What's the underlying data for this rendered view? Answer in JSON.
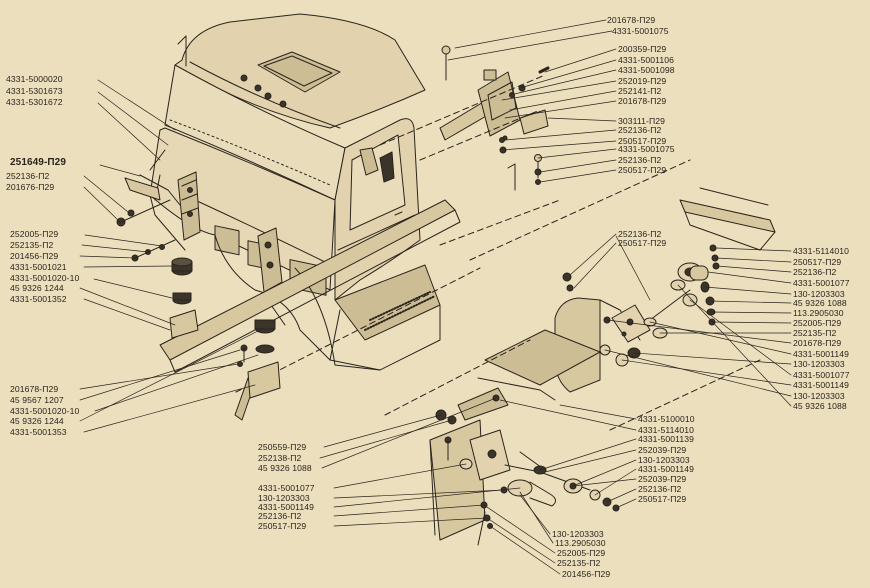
{
  "diagram": {
    "colors": {
      "background": "#ecdfbe",
      "ink": "#2a241c",
      "panel": "#e2d3ae",
      "shade": "#cdbd95",
      "dark": "#3b342a"
    },
    "labels_left": [
      {
        "text": "4331-5000020"
      },
      {
        "text": "4331-5301673"
      },
      {
        "text": "4331-5301672"
      },
      {
        "text": "251649-П29"
      },
      {
        "text": "252136-П2"
      },
      {
        "text": "201676-П29"
      },
      {
        "text": "252005-П29"
      },
      {
        "text": "252135-П2"
      },
      {
        "text": "201456-П29"
      },
      {
        "text": "4331-5001021"
      },
      {
        "text": "4331-5001020-10"
      },
      {
        "text": "45 9326 1244"
      },
      {
        "text": "4331-5001352"
      },
      {
        "text": "201678-П29"
      },
      {
        "text": "45 9567 1207"
      },
      {
        "text": "4331-5001020-10"
      },
      {
        "text": "45 9326 1244"
      },
      {
        "text": "4331-5001353"
      }
    ],
    "labels_top_right": [
      {
        "text": "201678-П29"
      },
      {
        "text": "4331-5001075"
      },
      {
        "text": "200359-П29"
      },
      {
        "text": "4331-5001106"
      },
      {
        "text": "4331-5001098"
      },
      {
        "text": "252019-П29"
      },
      {
        "text": "252141-П2"
      },
      {
        "text": "201678-П29"
      },
      {
        "text": "303111-П29"
      },
      {
        "text": "252136-П2"
      },
      {
        "text": "250517-П29"
      },
      {
        "text": "4331-5001075"
      },
      {
        "text": "252136-П2"
      },
      {
        "text": "250517-П29"
      }
    ],
    "labels_mid": [
      {
        "text": "252136-П2"
      },
      {
        "text": "250517-П29"
      }
    ],
    "labels_right": [
      {
        "text": "4331-5114010"
      },
      {
        "text": "250517-П29"
      },
      {
        "text": "252136-П2"
      },
      {
        "text": "4331-5001077"
      },
      {
        "text": "130-1203303"
      },
      {
        "text": "45 9326 1088"
      },
      {
        "text": "113.2905030"
      },
      {
        "text": "252005-П29"
      },
      {
        "text": "252135-П2"
      },
      {
        "text": "201678-П29"
      },
      {
        "text": "4331-5001149"
      },
      {
        "text": "130-1203303"
      },
      {
        "text": "4331-5001077"
      },
      {
        "text": "4331-5001149"
      },
      {
        "text": "130-1203303"
      },
      {
        "text": "45 9326 1088"
      }
    ],
    "labels_lower_mid": [
      {
        "text": "4331-5100010"
      },
      {
        "text": "4331-5114010"
      },
      {
        "text": "4331-5001139"
      },
      {
        "text": "252039-П29"
      },
      {
        "text": "130-1203303"
      },
      {
        "text": "4331-5001149"
      },
      {
        "text": "252039-П29"
      },
      {
        "text": "252136-П2"
      },
      {
        "text": "250517-П29"
      }
    ],
    "labels_lower_left": [
      {
        "text": "250559-П29"
      },
      {
        "text": "252138-П2"
      },
      {
        "text": "45 9326 1088"
      },
      {
        "text": "4331-5001077"
      },
      {
        "text": "130-1203303"
      },
      {
        "text": "4331-5001149"
      },
      {
        "text": "252136-П2"
      },
      {
        "text": "250517-П29"
      }
    ],
    "labels_bottom": [
      {
        "text": "130-1203303"
      },
      {
        "text": "113.2905030"
      },
      {
        "text": "252005-П29"
      },
      {
        "text": "252135-П2"
      },
      {
        "text": "201456-П29"
      }
    ]
  }
}
